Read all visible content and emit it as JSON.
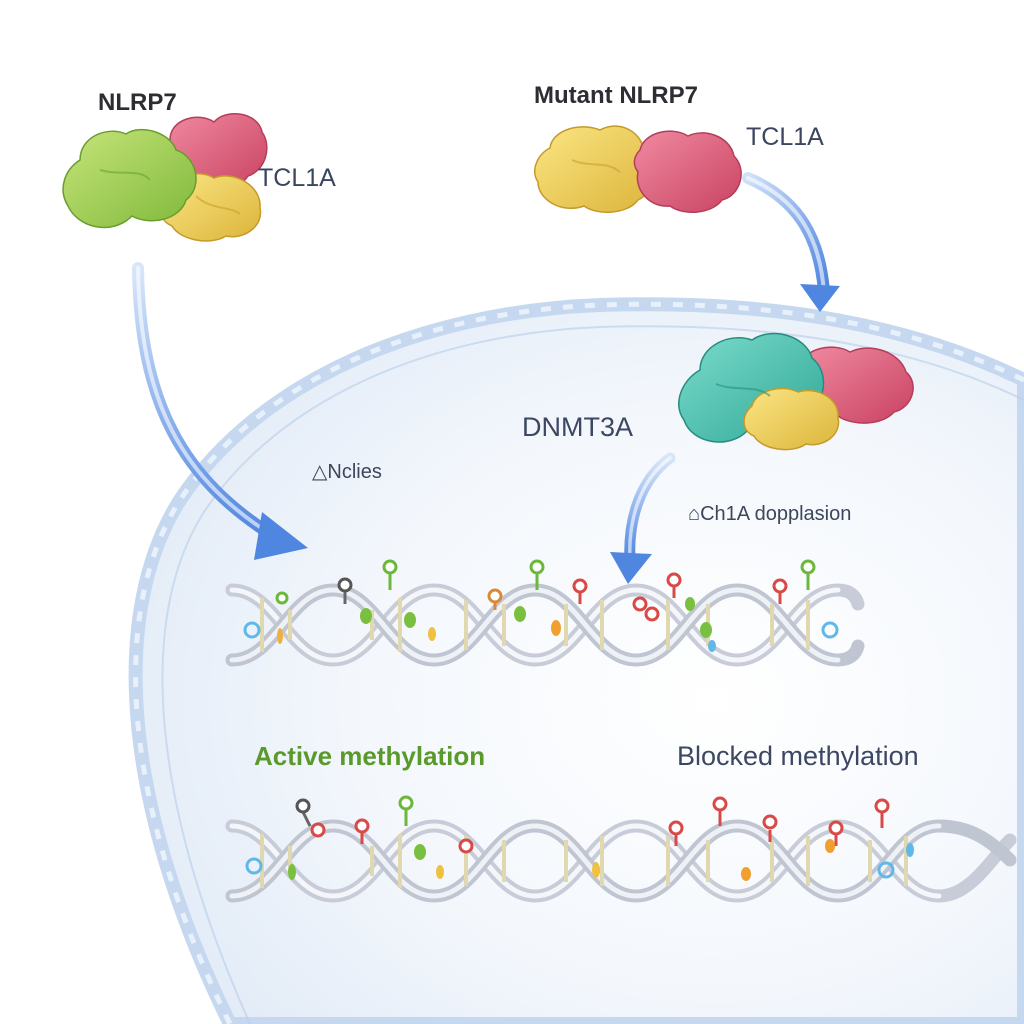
{
  "labels": {
    "nlrp7": "NLRP7",
    "mutant_nlrp7": "Mutant NLRP7",
    "tcl1a_left": "TCL1A",
    "tcl1a_right": "TCL1A",
    "dnmt3a": "DNMT3A",
    "nucleus": "Nclies",
    "tcl1a_displacement": "Ch1A dopplasion",
    "active_methylation": "Active methylation",
    "blocked_methylation": "Blocked methylation"
  },
  "colors": {
    "nlrp7_green": "#9ccc4a",
    "tcl1a_pink": "#e0607e",
    "yellow_protein": "#f0d050",
    "dnmt3a_teal": "#48c0b0",
    "arrow_blue": "#4f86e0",
    "nucleus_edge": "#c6d8f0",
    "dna_strand": "#c8ccd8",
    "methyl_green": "#6cb83c",
    "methyl_red": "#d84a48",
    "active_text": "#5a9a2a"
  }
}
